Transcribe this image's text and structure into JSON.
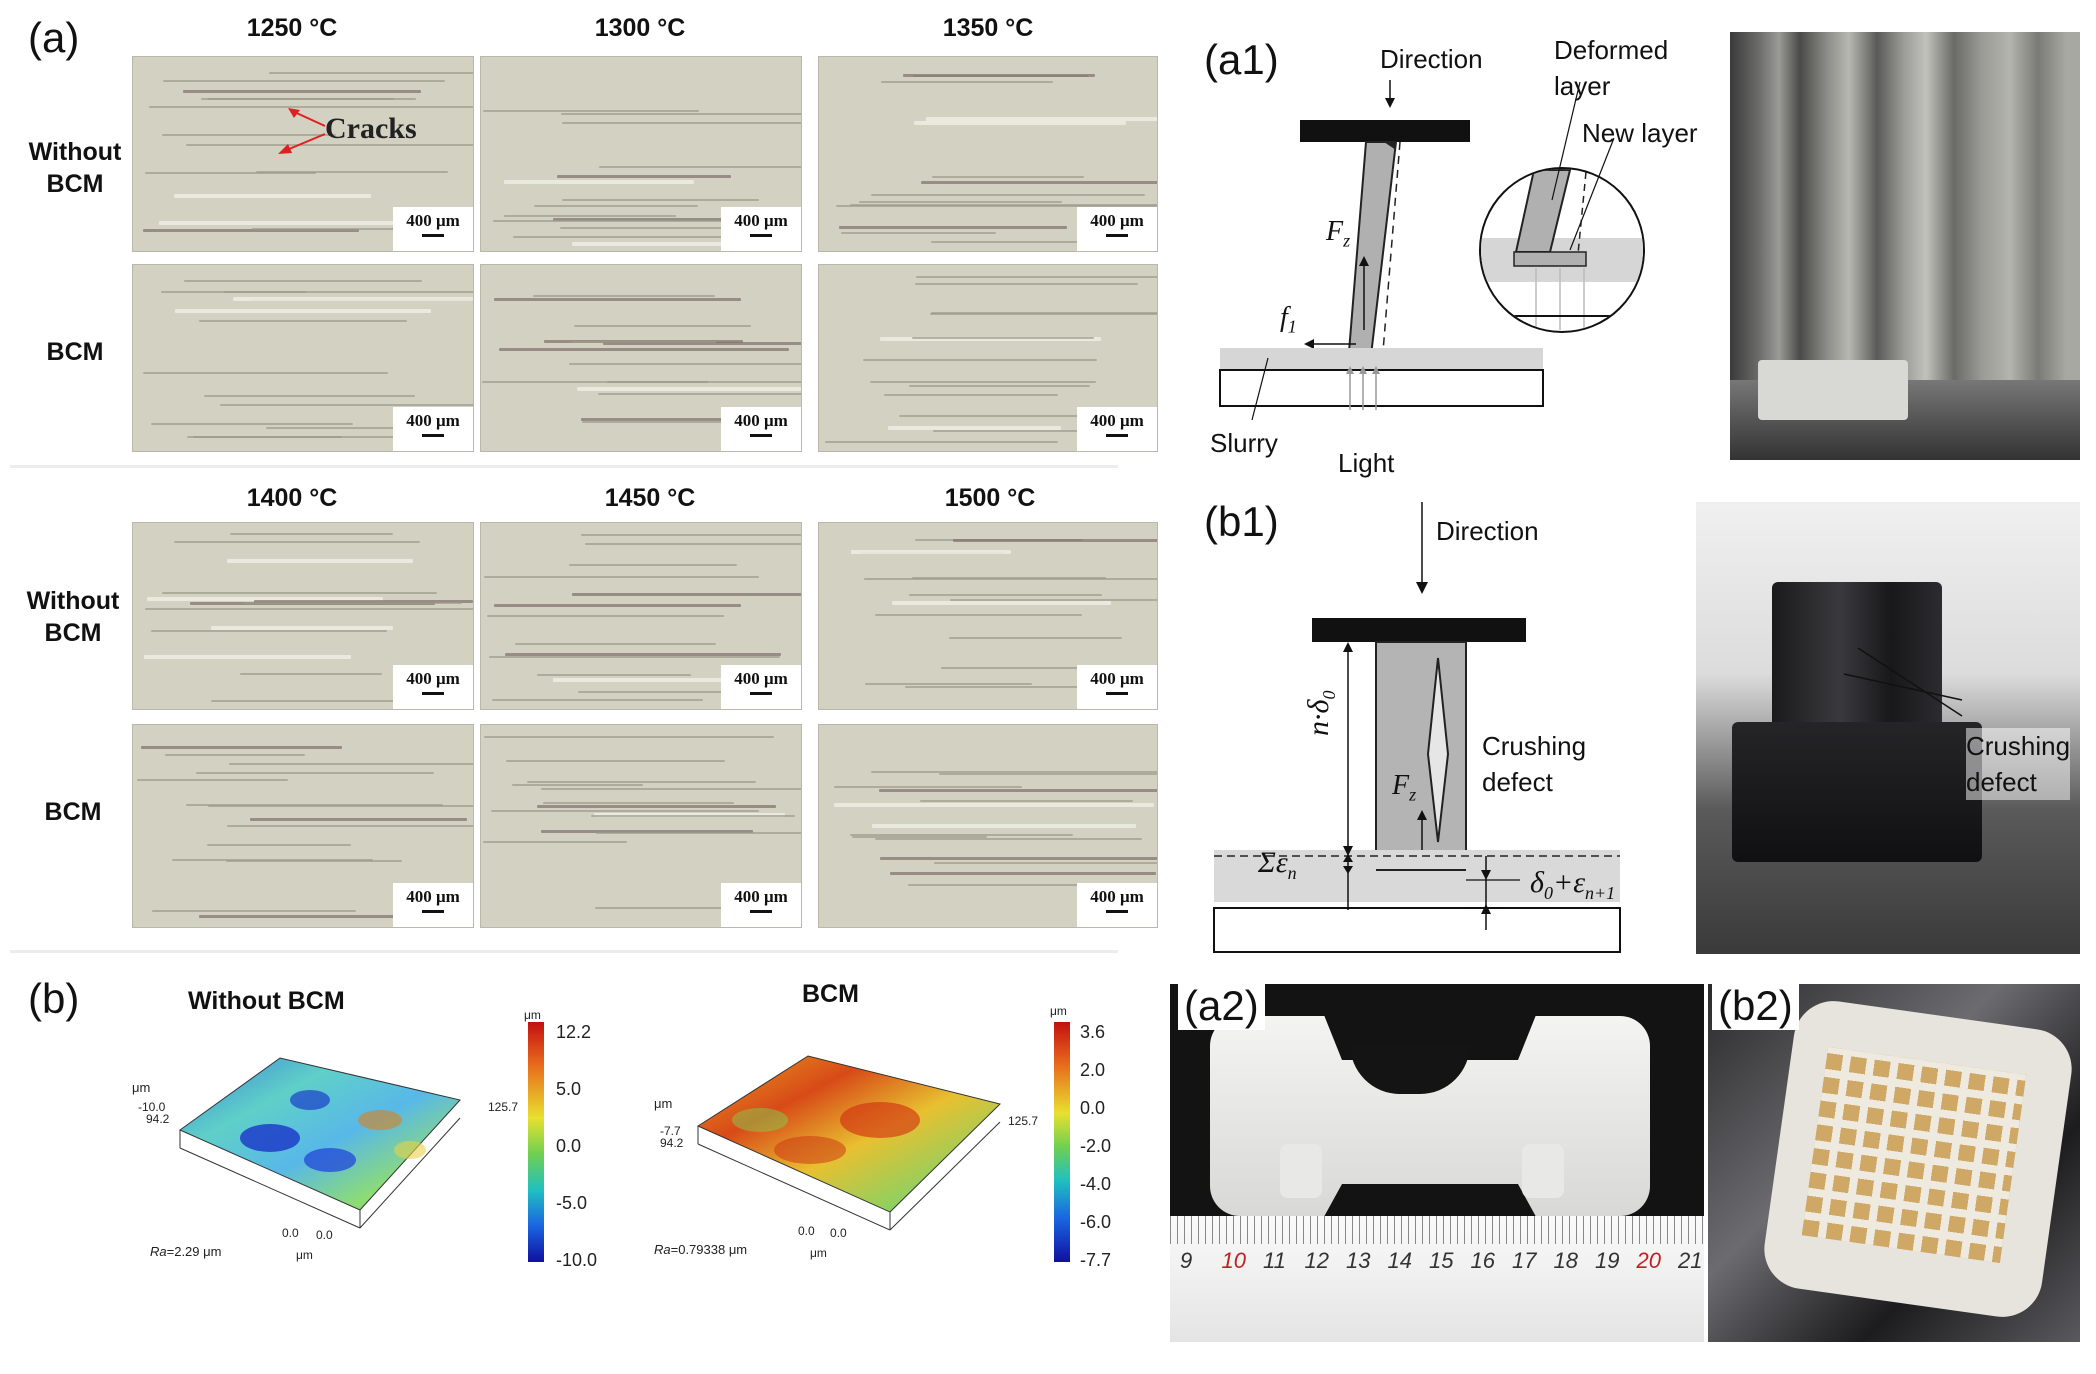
{
  "panel_a": {
    "label": "(a)",
    "temps_top": [
      "1250 °C",
      "1300 °C",
      "1350 °C"
    ],
    "temps_bottom": [
      "1400 °C",
      "1450 °C",
      "1500 °C"
    ],
    "row_without_line1": "Without",
    "row_without_line2": "BCM",
    "row_bcm": "BCM",
    "scale_bar": "400 μm",
    "cracks_label": "Cracks"
  },
  "panel_b": {
    "label": "(b)",
    "left_title": "Without BCM",
    "right_title": "BCM",
    "left": {
      "unit": "μm",
      "axis_z_unit": "μm",
      "axis_z_val": "-10.0",
      "axis_y_val": "94.2",
      "axis_x_end": "125.7",
      "origin_a": "0.0",
      "origin_b": "0.0",
      "axis_x_unit": "μm",
      "ra_prefix": "Ra",
      "ra_value": "=2.29 μm",
      "colorbar_ticks": [
        "12.2",
        "5.0",
        "0.0",
        "-5.0",
        "-10.0"
      ]
    },
    "right": {
      "unit": "μm",
      "axis_z_unit": "μm",
      "axis_z_val": "-7.7",
      "axis_y_val": "94.2",
      "axis_x_end": "125.7",
      "origin_a": "0.0",
      "origin_b": "0.0",
      "axis_x_unit": "μm",
      "ra_prefix": "Ra",
      "ra_value": "=0.79338 μm",
      "colorbar_ticks": [
        "3.6",
        "2.0",
        "0.0",
        "-2.0",
        "-4.0",
        "-6.0",
        "-7.7"
      ]
    }
  },
  "panel_a1": {
    "label": "(a1)",
    "direction": "Direction",
    "deformed_line1": "Deformed",
    "deformed_line2": "layer",
    "new_layer": "New layer",
    "fz_main": "F",
    "fz_sub": "z",
    "f1_main": "f",
    "f1_sub": "1",
    "slurry": "Slurry",
    "light": "Light"
  },
  "panel_b1": {
    "label": "(b1)",
    "direction": "Direction",
    "n_delta": "n·δ",
    "n_delta_sub": "0",
    "crushing_line1": "Crushing",
    "crushing_line2": "defect",
    "fz_main": "F",
    "fz_sub": "z",
    "sum_eps": "Σε",
    "sum_eps_sub": "n",
    "delta_expr": "δ",
    "delta_expr_sub": "0",
    "delta_expr_plus": "+ε",
    "delta_expr_sub2": "n+1",
    "photo_crushing_line1": "Crushing",
    "photo_crushing_line2": "defect"
  },
  "panel_a2": {
    "label": "(a2)",
    "ruler_numbers": [
      "9",
      "10",
      "11",
      "12",
      "13",
      "14",
      "15",
      "16",
      "17",
      "18",
      "19",
      "20",
      "21"
    ]
  },
  "panel_b2": {
    "label": "(b2)"
  }
}
